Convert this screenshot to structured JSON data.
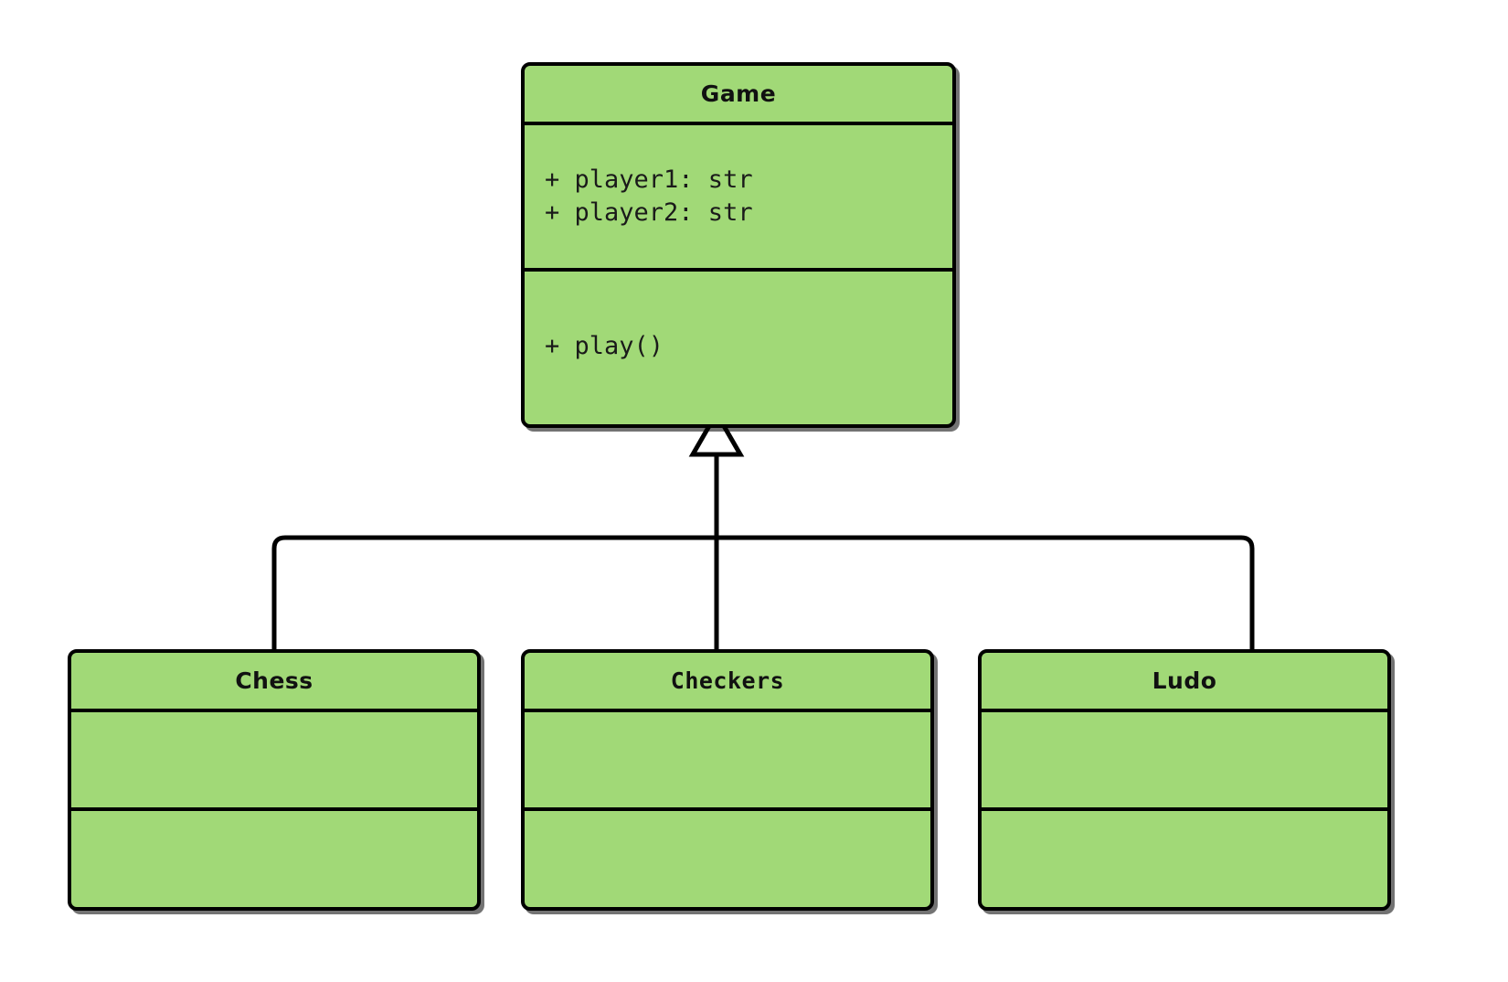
{
  "diagram": {
    "kind": "uml-class-diagram",
    "background_color": "#ffffff",
    "class_fill_color": "#a1d977",
    "border_color": "#000000",
    "relationship": "generalization"
  },
  "classes": {
    "game": {
      "name": "Game",
      "attributes": [
        "+ player1: str",
        "+ player2: str"
      ],
      "methods": [
        "+ play()"
      ]
    },
    "chess": {
      "name": "Chess",
      "attributes": [],
      "methods": []
    },
    "checkers": {
      "name": "Checkers",
      "attributes": [],
      "methods": []
    },
    "ludo": {
      "name": "Ludo",
      "attributes": [],
      "methods": []
    }
  },
  "relationships": [
    {
      "from": "Chess",
      "to": "Game",
      "type": "inheritance"
    },
    {
      "from": "Checkers",
      "to": "Game",
      "type": "inheritance"
    },
    {
      "from": "Ludo",
      "to": "Game",
      "type": "inheritance"
    }
  ]
}
